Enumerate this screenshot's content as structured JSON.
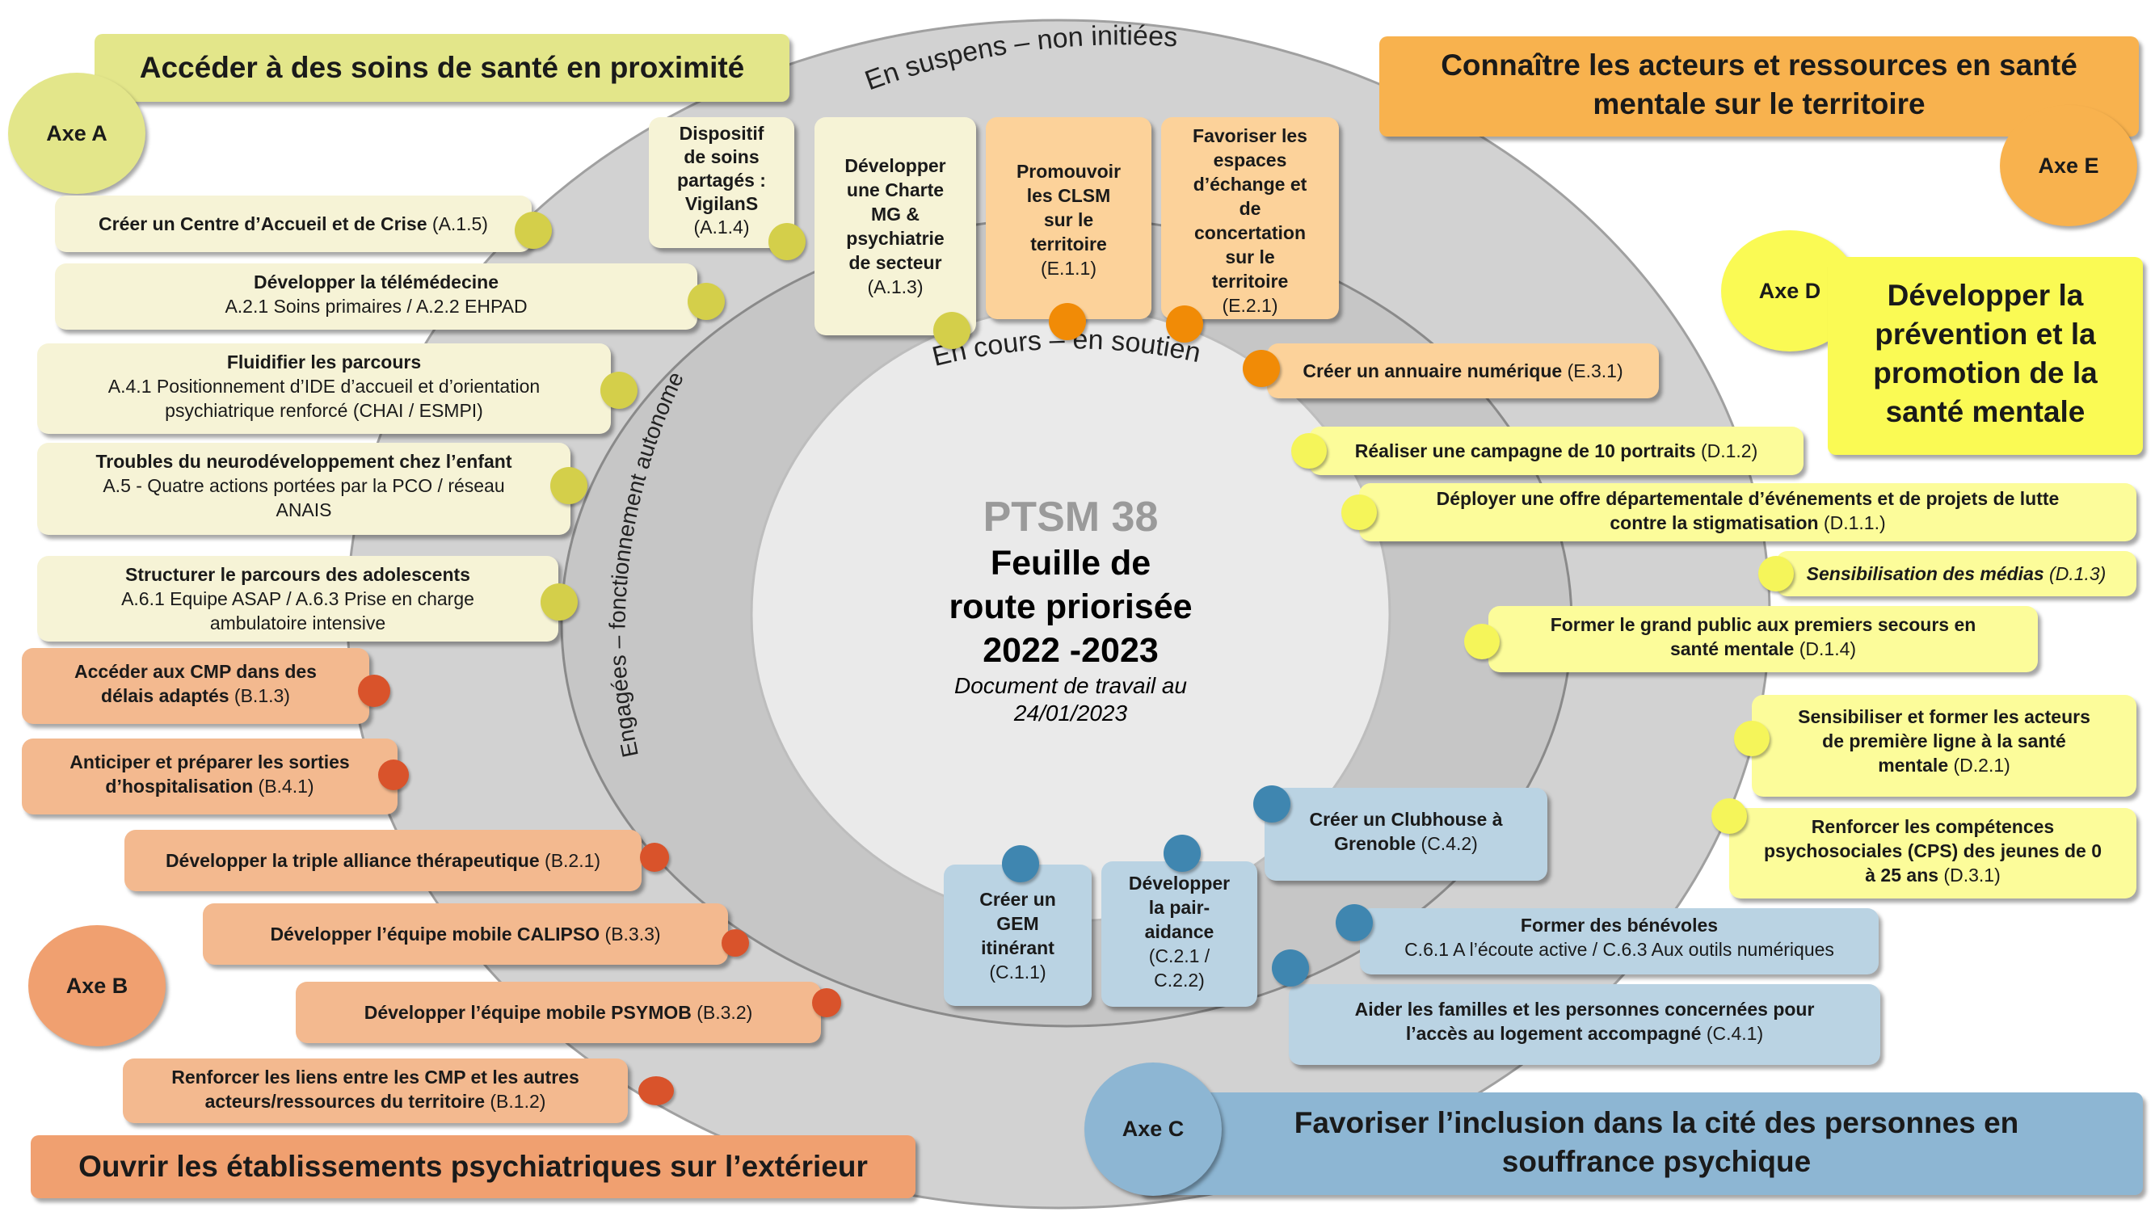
{
  "center": {
    "title": "PTSM 38",
    "line1": "Feuille de",
    "line2": "route priorisée",
    "line3": "2022 -2023",
    "note1": "Document de travail au",
    "note2": "24/01/2023"
  },
  "rings": {
    "outer": "En suspens – non initiées",
    "middle": "En cours – en soutien",
    "left": "Engagées – fonctionnement autonome"
  },
  "colors": {
    "axe_a": "#e3e68a",
    "axe_b": "#f0a070",
    "axe_c": "#8db6d3",
    "axe_d": "#fafa54",
    "axe_e": "#f8b24e"
  },
  "axes": {
    "a": {
      "label": "Axe A",
      "title": "Accéder à des soins de santé en proximité"
    },
    "b": {
      "label": "Axe B",
      "title": "Ouvrir les établissements psychiatriques sur l’extérieur"
    },
    "c": {
      "label": "Axe C",
      "title_l1": "Favoriser l’inclusion dans la cité des personnes en",
      "title_l2": "souffrance psychique"
    },
    "d": {
      "label": "Axe D",
      "title_l1": "Développer la",
      "title_l2": "prévention et la",
      "title_l3": "promotion de la",
      "title_l4": "santé mentale"
    },
    "e": {
      "label": "Axe E",
      "title_l1": "Connaître les acteurs et ressources en santé",
      "title_l2": "mentale sur le territoire"
    }
  },
  "a_items": {
    "a15": {
      "bold": "Créer un Centre d’Accueil et de Crise",
      "code": " (A.1.5)"
    },
    "a2": {
      "bold": "Développer la télémédecine",
      "sub": "A.2.1 Soins primaires / A.2.2 EHPAD"
    },
    "a4": {
      "bold": "Fluidifier les parcours",
      "sub1": "A.4.1 Positionnement d’IDE d’accueil et d’orientation",
      "sub2": "psychiatrique renforcé (CHAI / ESMPI)"
    },
    "a5": {
      "bold": "Troubles du neurodéveloppement chez l’enfant",
      "sub1": "A.5 - Quatre actions portées par la PCO / réseau",
      "sub2": "ANAIS"
    },
    "a6": {
      "bold": "Structurer le parcours des adolescents",
      "sub1": "A.6.1 Equipe ASAP / A.6.3 Prise en charge",
      "sub2": "ambulatoire intensive"
    },
    "a14": {
      "l1": "Dispositif",
      "l2": "de soins",
      "l3": "partagés :",
      "l4": "VigilanS",
      "code": "(A.1.4)"
    },
    "a13": {
      "l1": "Développer",
      "l2": "une Charte",
      "l3": "MG &",
      "l4": "psychiatrie",
      "l5": "de secteur",
      "code": "(A.1.3)"
    }
  },
  "b_items": {
    "b13": {
      "l1": "Accéder aux CMP dans des",
      "l2": "délais adaptés",
      "code": " (B.1.3)"
    },
    "b41": {
      "l1": "Anticiper et préparer les sorties",
      "l2": "d’hospitalisation",
      "code": " (B.4.1)"
    },
    "b21": {
      "bold": "Développer la triple alliance thérapeutique",
      "code": " (B.2.1)"
    },
    "b33": {
      "bold": "Développer l’équipe mobile CALIPSO",
      "code": " (B.3.3)"
    },
    "b32": {
      "bold": "Développer l’équipe mobile PSYMOB",
      "code": " (B.3.2)"
    },
    "b12": {
      "l1": "Renforcer les liens entre les CMP et les autres",
      "l2": "acteurs/ressources du territoire",
      "code": " (B.1.2)"
    }
  },
  "c_items": {
    "c11": {
      "l1": "Créer un",
      "l2": "GEM",
      "l3": "itinérant",
      "code": "(C.1.1)"
    },
    "c21": {
      "l1": "Développer",
      "l2": "la pair-",
      "l3": "aidance",
      "code1": "(C.2.1 /",
      "code2": "C.2.2)"
    },
    "c42": {
      "l1": "Créer un Clubhouse à",
      "l2": "Grenoble",
      "code": " (C.4.2)"
    },
    "c6": {
      "bold": "Former des bénévoles",
      "sub": "C.6.1 A l’écoute active / C.6.3 Aux outils numériques"
    },
    "c41": {
      "l1": "Aider les familles et les personnes concernées pour",
      "l2": "l’accès au logement accompagné",
      "code": " (C.4.1)"
    }
  },
  "d_items": {
    "d12": {
      "bold": "Réaliser une campagne de 10 portraits",
      "code": " (D.1.2)"
    },
    "d11": {
      "l1": "Déployer une offre départementale d’événements et de projets de lutte",
      "l2": "contre la stigmatisation",
      "code": " (D.1.1.)"
    },
    "d13": {
      "ital": "Sensibilisation des médias",
      "code": " (D.1.3)"
    },
    "d14": {
      "l1": "Former le grand public aux premiers secours en",
      "l2": "santé mentale",
      "code": " (D.1.4)"
    },
    "d21": {
      "l1": "Sensibiliser et former les acteurs",
      "l2": "de première ligne à la santé",
      "l3": "mentale",
      "code": " (D.2.1)"
    },
    "d31": {
      "l1": "Renforcer les compétences",
      "l2": "psychosociales (CPS) des jeunes de 0",
      "l3": "à 25 ans",
      "code": " (D.3.1)"
    }
  },
  "e_items": {
    "e11": {
      "l1": "Promouvoir",
      "l2": "les CLSM",
      "l3": "sur le",
      "l4": "territoire",
      "code": "(E.1.1)"
    },
    "e21": {
      "l1": "Favoriser les",
      "l2": "espaces",
      "l3": "d’échange et",
      "l4": "de",
      "l5": "concertation",
      "l6": "sur le",
      "l7": "territoire",
      "code": "(E.2.1)"
    },
    "e31": {
      "bold": "Créer un annuaire numérique",
      "code": " (E.3.1)"
    }
  }
}
